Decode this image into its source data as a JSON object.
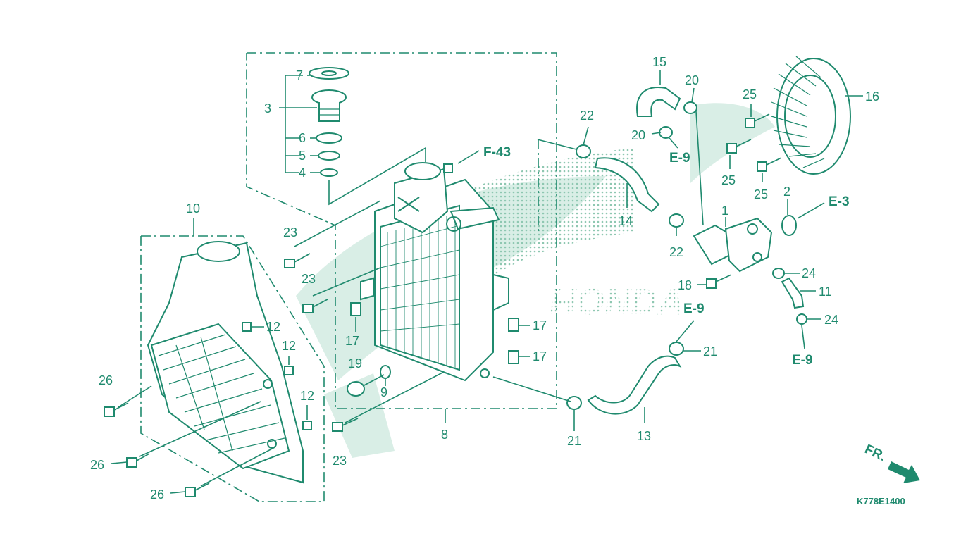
{
  "colors": {
    "line": "#1f8a6e",
    "watermark": "#d9eee6",
    "dots": "#8ec7b1"
  },
  "watermark": {
    "text": "HONDA"
  },
  "references": {
    "f43": "F-43",
    "e9": "E-9",
    "e3": "E-3"
  },
  "arrow": {
    "label": "FR."
  },
  "diagram_code": "K778E1400",
  "parts": {
    "p1": "1",
    "p2": "2",
    "p3": "3",
    "p4": "4",
    "p5": "5",
    "p6": "6",
    "p7": "7",
    "p8": "8",
    "p9": "9",
    "p10": "10",
    "p11": "11",
    "p12": "12",
    "p13": "13",
    "p14": "14",
    "p15": "15",
    "p16": "16",
    "p17": "17",
    "p18": "18",
    "p19": "19",
    "p20": "20",
    "p21": "21",
    "p22": "22",
    "p23": "23",
    "p24": "24",
    "p25": "25",
    "p26": "26"
  }
}
